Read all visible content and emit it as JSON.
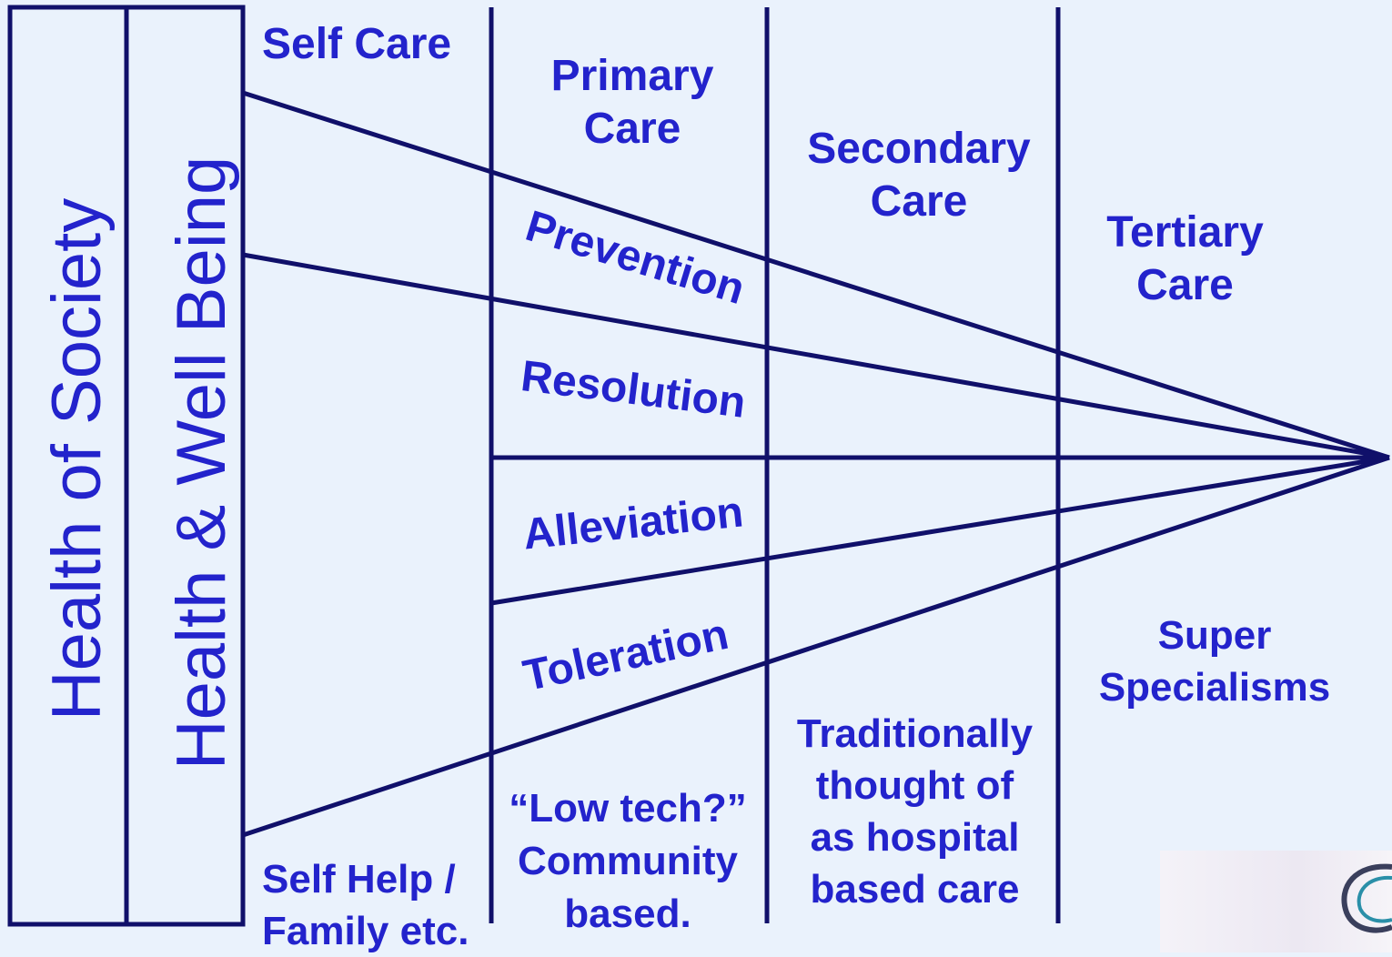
{
  "left_panel": {
    "outer_label": "Health of Society",
    "inner_label": "Health & Well Being"
  },
  "columns": {
    "self_care": "Self Care",
    "primary": [
      "Primary",
      "Care"
    ],
    "secondary": [
      "Secondary",
      "Care"
    ],
    "tertiary": [
      "Tertiary",
      "Care"
    ]
  },
  "bands": {
    "prevention": "Prevention",
    "resolution": "Resolution",
    "alleviation": "Alleviation",
    "toleration": "Toleration"
  },
  "bottom_notes": {
    "self_help": [
      "Self Help /",
      "Family etc."
    ],
    "community": [
      "“Low tech?”",
      "Community",
      "based."
    ],
    "hospital": [
      "Traditionally",
      "thought of",
      "as hospital",
      "based care"
    ],
    "super": [
      "Super",
      "Specialisms"
    ]
  },
  "colors": {
    "background": "#eaf2fc",
    "line": "#10106a",
    "text": "#2323cc"
  }
}
